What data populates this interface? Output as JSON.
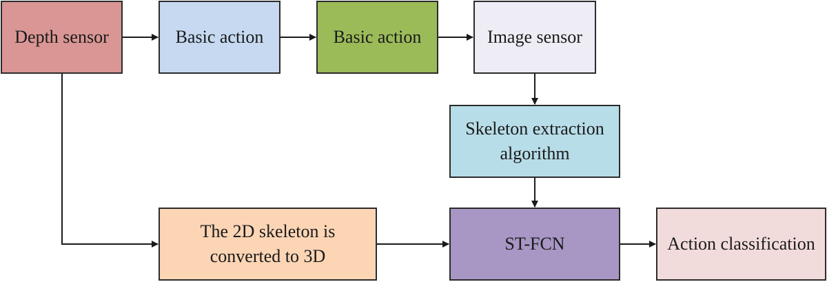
{
  "boxes": {
    "depth_sensor": {
      "label": "Depth sensor",
      "color": "#d99694"
    },
    "basic_action_1": {
      "label": "Basic action",
      "color": "#c6d9f1"
    },
    "basic_action_2": {
      "label": "Basic action",
      "color": "#9bbb59"
    },
    "image_sensor": {
      "label": "Image sensor",
      "color": "#eeecf4"
    },
    "skeleton_extraction": {
      "label": "Skeleton extraction algorithm",
      "color": "#b7dde8"
    },
    "skeleton_2d_3d": {
      "label": "The 2D skeleton is converted to 3D",
      "color": "#fcd5b5"
    },
    "st_fcn": {
      "label": "ST-FCN",
      "color": "#a897c4"
    },
    "action_classification": {
      "label": "Action classification",
      "color": "#f2dcdb"
    }
  },
  "colors": {
    "border": "#2b2b2b",
    "arrow": "#1a1a1a"
  }
}
